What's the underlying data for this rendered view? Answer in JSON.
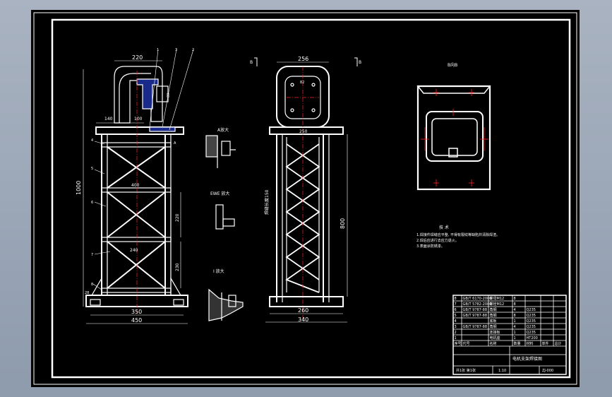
{
  "colors": {
    "background": "#000000",
    "line": "#ffffff",
    "center_line": "#ff2020",
    "hatch": "#1a2a8a",
    "window": "#97a3b3"
  },
  "front_view": {
    "dims": {
      "top_width": "220",
      "left_offset": "140",
      "inner_offset": "100",
      "height": "1000",
      "mid_width": "400",
      "lower_width": "240",
      "panel_1": "220",
      "panel_2": "230",
      "base_inner": "350",
      "base_outer": "450",
      "corner": "28",
      "boss": "80"
    },
    "balloons": [
      "1",
      "3",
      "2",
      "4",
      "5",
      "6",
      "7",
      "8"
    ],
    "section_mark": "A"
  },
  "side_view": {
    "dims": {
      "top_width": "256",
      "bolt": "82",
      "mid": "250",
      "height": "800",
      "base_inner": "260",
      "base_outer": "340"
    },
    "section_marks": [
      "B",
      "B"
    ],
    "vertical_note": "焊缝长度150"
  },
  "detail_views": {
    "labels": [
      "A放大",
      "EWE 放大",
      "I 放大"
    ]
  },
  "section_view": {
    "title": "B向B"
  },
  "notes": {
    "title": "技 术",
    "lines": [
      "1.焊接件焊缝应平整, 不得有裂纹等缺陷并清除焊渣。",
      "2.焊后应进行去应力退火。",
      "3.表面涂防锈漆。"
    ]
  },
  "title_block": {
    "rows": [
      [
        "8",
        "GB/T 6170-2000",
        "螺母M12",
        "8",
        "",
        "",
        ""
      ],
      [
        "7",
        "GB/T 5782-2000",
        "螺栓M12",
        "8",
        "",
        "",
        ""
      ],
      [
        "6",
        "GB/T 9787-88",
        "角钢",
        "4",
        "Q235",
        "",
        ""
      ],
      [
        "5",
        "GB/T 9787-88",
        "角钢",
        "8",
        "Q235",
        "",
        ""
      ],
      [
        "4",
        "",
        "底板",
        "1",
        "Q235",
        "",
        ""
      ],
      [
        "3",
        "GB/T 9787-88",
        "角钢",
        "4",
        "Q235",
        "",
        ""
      ],
      [
        "2",
        "",
        "连接板",
        "1",
        "Q235",
        "",
        ""
      ],
      [
        "1",
        "",
        "电机座",
        "1",
        "HT200",
        "",
        ""
      ]
    ],
    "header": [
      "序号",
      "代号",
      "名称",
      "数量",
      "材料",
      "单件",
      "总计"
    ],
    "drawing_name": "电机支架焊接图",
    "drawing_no": "ZJ-000",
    "scale": "1:10",
    "sheet": "共1张 第1张"
  }
}
